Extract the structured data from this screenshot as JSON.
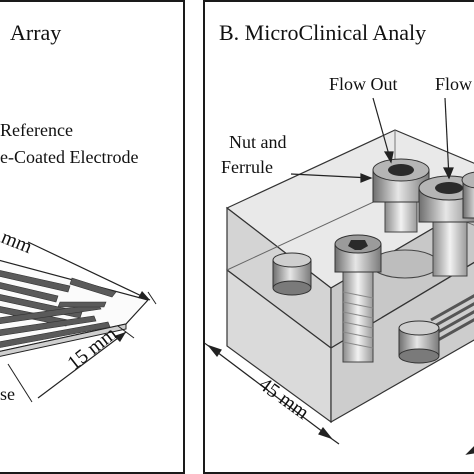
{
  "panel_a": {
    "title": "Array",
    "labels": {
      "reference": "Reference",
      "coated_electrode": "e-Coated Electrode",
      "dim_top": "mm",
      "dim_bottom": "15 mm",
      "base": "se"
    }
  },
  "panel_b": {
    "title": "B. MicroClinical Analy",
    "labels": {
      "flow_out": "Flow Out",
      "flow_in": "Flow",
      "nut_ferrule_1": "Nut and",
      "nut_ferrule_2": "Ferrule",
      "dim_45": "45 mm"
    }
  },
  "colors": {
    "border": "#1a1a1a",
    "block_fill": "#d9d9d9",
    "block_top": "#e8e8e8",
    "stripe_dark": "#555555",
    "nut_metal": "#9a9a9a"
  }
}
